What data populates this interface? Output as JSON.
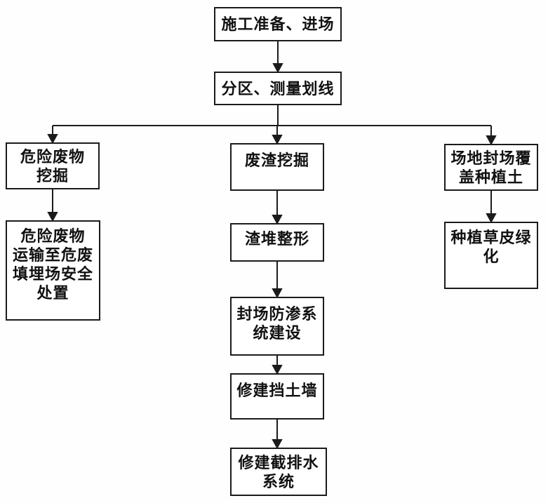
{
  "colors": {
    "line": "#1b1b1b",
    "box_border": "#1b1b1b",
    "box_bg": "#ffffff",
    "text": "#111111",
    "background": "#fefefe"
  },
  "nodes": {
    "prep": {
      "label": "施工准备、进场"
    },
    "zoning": {
      "label": "分区、测量划线"
    },
    "hazwaste_excavation": {
      "label": "危险废物\n挖掘"
    },
    "hazwaste_disposal": {
      "label": "危险废物\n运输至危废\n填埋场安全\n处置"
    },
    "slag_excavation": {
      "label": "废渣挖掘"
    },
    "slag_shaping": {
      "label": "渣堆整形"
    },
    "capping_system": {
      "label": "封场防渗系\n统建设"
    },
    "retaining_wall": {
      "label": "修建挡土墙"
    },
    "drainage_system": {
      "label": "修建截排水\n系统"
    },
    "site_cover": {
      "label": "场地封场覆\n盖种植土"
    },
    "planting": {
      "label": "种植草皮绿\n化"
    }
  },
  "edges": [
    {
      "from": "prep",
      "to": "zoning"
    },
    {
      "from": "zoning",
      "to": "hazwaste_excavation"
    },
    {
      "from": "zoning",
      "to": "slag_excavation"
    },
    {
      "from": "zoning",
      "to": "site_cover"
    },
    {
      "from": "hazwaste_excavation",
      "to": "hazwaste_disposal"
    },
    {
      "from": "slag_excavation",
      "to": "slag_shaping"
    },
    {
      "from": "slag_shaping",
      "to": "capping_system"
    },
    {
      "from": "capping_system",
      "to": "retaining_wall"
    },
    {
      "from": "retaining_wall",
      "to": "drainage_system"
    },
    {
      "from": "site_cover",
      "to": "planting"
    }
  ]
}
